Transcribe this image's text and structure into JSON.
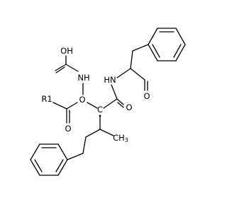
{
  "molecule": {
    "atoms": {
      "hydroxyl": "OH",
      "carbamate_nh": "NH",
      "amide_nh": "HN",
      "aldehyde_o": "O",
      "ester_o_link": "O",
      "ester_carbonyl_o": "O",
      "amide_carbonyl_o": "O",
      "radical_c": "C",
      "methyl": "CH",
      "methyl_sub": "3",
      "r_group": "R1"
    }
  }
}
